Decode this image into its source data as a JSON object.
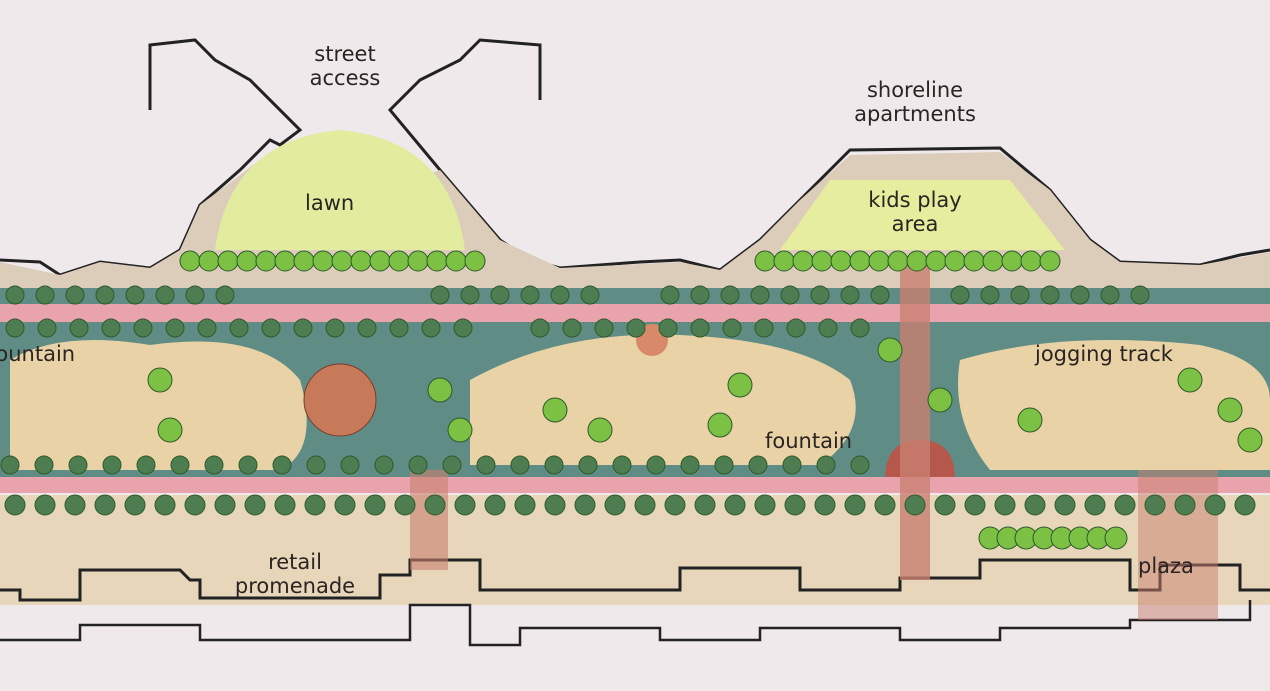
{
  "labels": {
    "street_access": "street access",
    "lawn": "lawn",
    "shoreline_apartments": "shoreline apartments",
    "kids_play_area": "kids play area",
    "fountain_left": "fountain",
    "jogging_track": "jogging track",
    "fountain_center": "fountain",
    "retail_promenade": "retail promenade",
    "plaza": "plaza"
  },
  "colors": {
    "background": "#efe9ec",
    "sand": "#e9d3a6",
    "teal": "#5f8d86",
    "pink_path": "#e8a3ad",
    "lawn": "#dfe99a",
    "tree": "#7cc143",
    "brick": "#b5574a",
    "ink": "#2a2422"
  }
}
